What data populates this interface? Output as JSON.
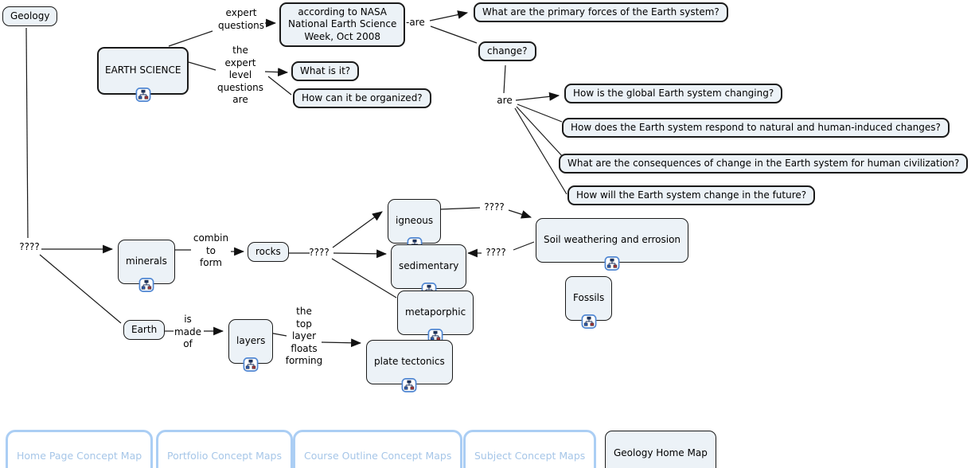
{
  "colors": {
    "node_fill": "#ecf2f7",
    "node_border": "#1a1a1a",
    "link_box_border": "#abcef4",
    "link_box_text": "#a6c6e8",
    "icon_blue": "#4f86d2"
  },
  "nodes": {
    "geology": "Geology",
    "earth_science": "EARTH SCIENCE",
    "nasa_source": "according to NASA\nNational Earth Science\nWeek, Oct 2008",
    "what_is_it": "What is it?",
    "how_organized": "How can it be organized?",
    "primary_forces": "What are the primary forces of the Earth system?",
    "change": "change?",
    "q_changing": "How is the global Earth system changing?",
    "q_respond": "How does the Earth system respond to natural and human-induced changes?",
    "q_consequences": "What are the consequences of change in the Earth system for human civilization?",
    "q_future": "How will the Earth system change in the future?",
    "minerals": "minerals",
    "rocks": "rocks",
    "igneous": "igneous",
    "sedimentary": "sedimentary",
    "metaporphic": "metaporphic",
    "soil_weathering": "Soil weathering and errosion",
    "fossils": "Fossils",
    "earth": "Earth",
    "layers": "layers",
    "plate_tectonics": "plate tectonics"
  },
  "phrases": {
    "expert_questions": "expert\nquestions",
    "dash_are": "-are",
    "expert_level": "the\nexpert\nlevel\nquestions\nare",
    "are": "are",
    "unknown_root": "????",
    "combine_to_form": "combin\nto\nform",
    "unknown_rocks": "????",
    "unknown_igneous": "????",
    "unknown_soil": "????",
    "is_made_of": "is\nmade\nof",
    "top_layer": "the\ntop\nlayer\nfloats\nforming"
  },
  "footer": {
    "home_page": "Home Page Concept Map",
    "portfolio": "Portfolio Concept Maps",
    "course_outline": "Course Outline Concept Maps",
    "subject": "Subject Concept Maps",
    "geology_home": "Geology Home Map"
  },
  "icons": {
    "cmap_link": "concept-map-link-icon"
  }
}
